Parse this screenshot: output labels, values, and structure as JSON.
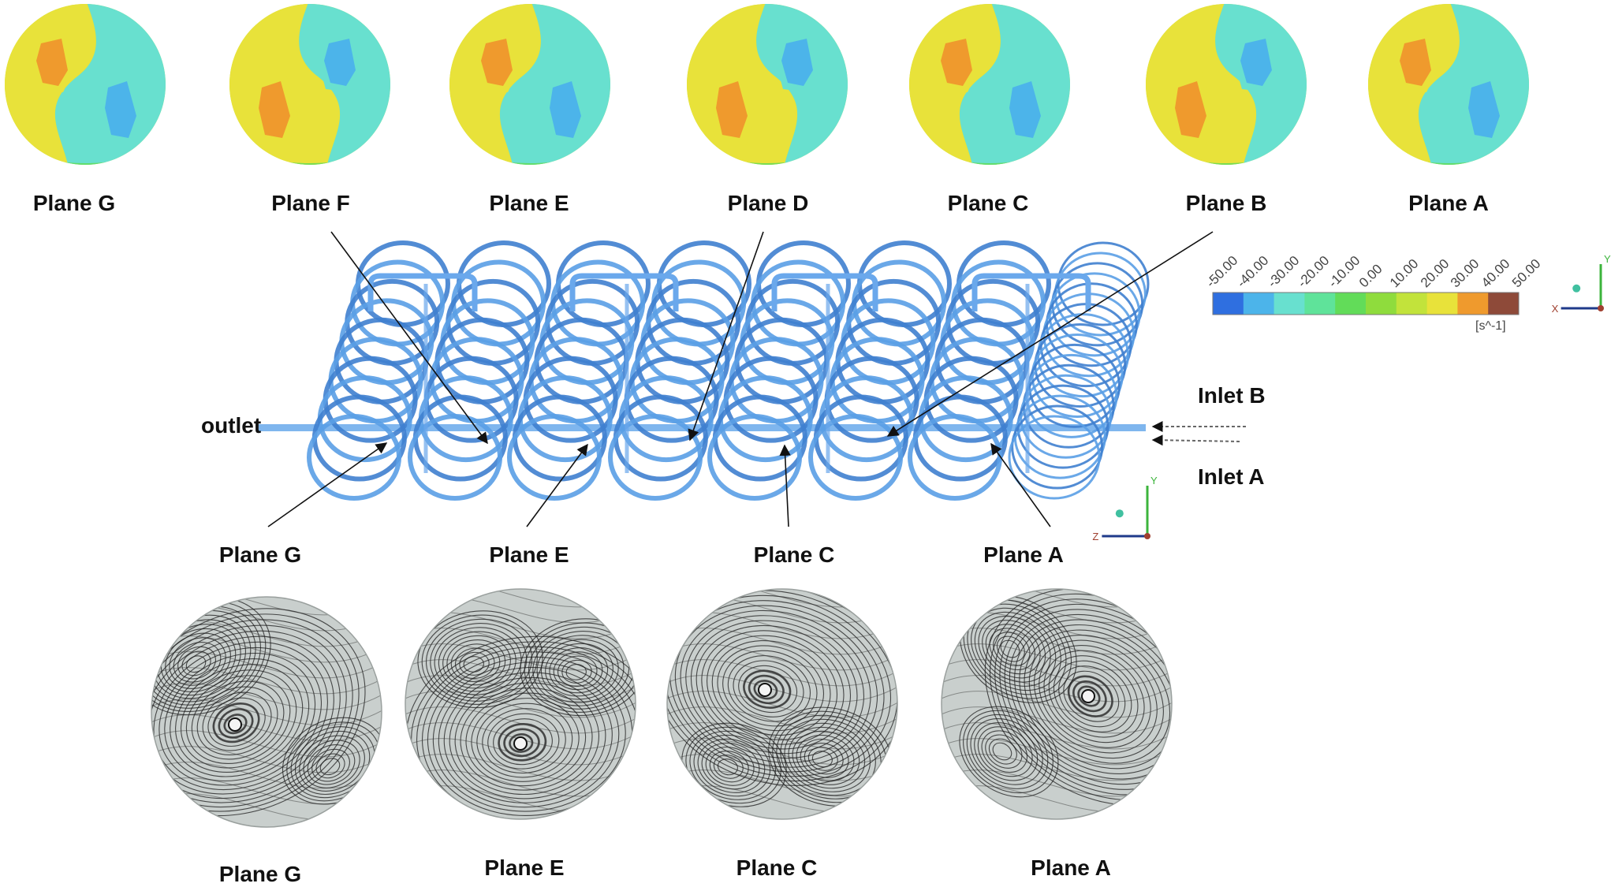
{
  "top_planes": [
    {
      "label": "Plane G",
      "variant": "a"
    },
    {
      "label": "Plane F",
      "variant": "b"
    },
    {
      "label": "Plane E",
      "variant": "a"
    },
    {
      "label": "Plane D",
      "variant": "b"
    },
    {
      "label": "Plane C",
      "variant": "a"
    },
    {
      "label": "Plane B",
      "variant": "b"
    },
    {
      "label": "Plane A",
      "variant": "a"
    }
  ],
  "middle_labels": {
    "outlet": "outlet",
    "inlet_b": "Inlet B",
    "inlet_a": "Inlet A",
    "planes": [
      "Plane G",
      "Plane E",
      "Plane C",
      "Plane A"
    ]
  },
  "bottom_planes": [
    "Plane G",
    "Plane E",
    "Plane C",
    "Plane A"
  ],
  "colorbar": {
    "ticks": [
      "-50.00",
      "-40.00",
      "-30.00",
      "-20.00",
      "-10.00",
      "0.00",
      "10.00",
      "20.00",
      "30.00",
      "40.00",
      "50.00"
    ],
    "colors": [
      "#2f6fe0",
      "#4cb4ea",
      "#68e0cf",
      "#5fe39a",
      "#62dc59",
      "#8fdc3d",
      "#c2e33b",
      "#e8e23a",
      "#ef9a2d",
      "#8e4a39"
    ],
    "unit": "[s^-1]"
  },
  "axes": {
    "y": "Y",
    "x": "X",
    "z": "Z"
  },
  "colors": {
    "coil": "#5a9ee6",
    "coil_dark": "#3f7fcf",
    "streamline_bg": "#c9cfcd",
    "streamline": "#1a1a1a"
  }
}
